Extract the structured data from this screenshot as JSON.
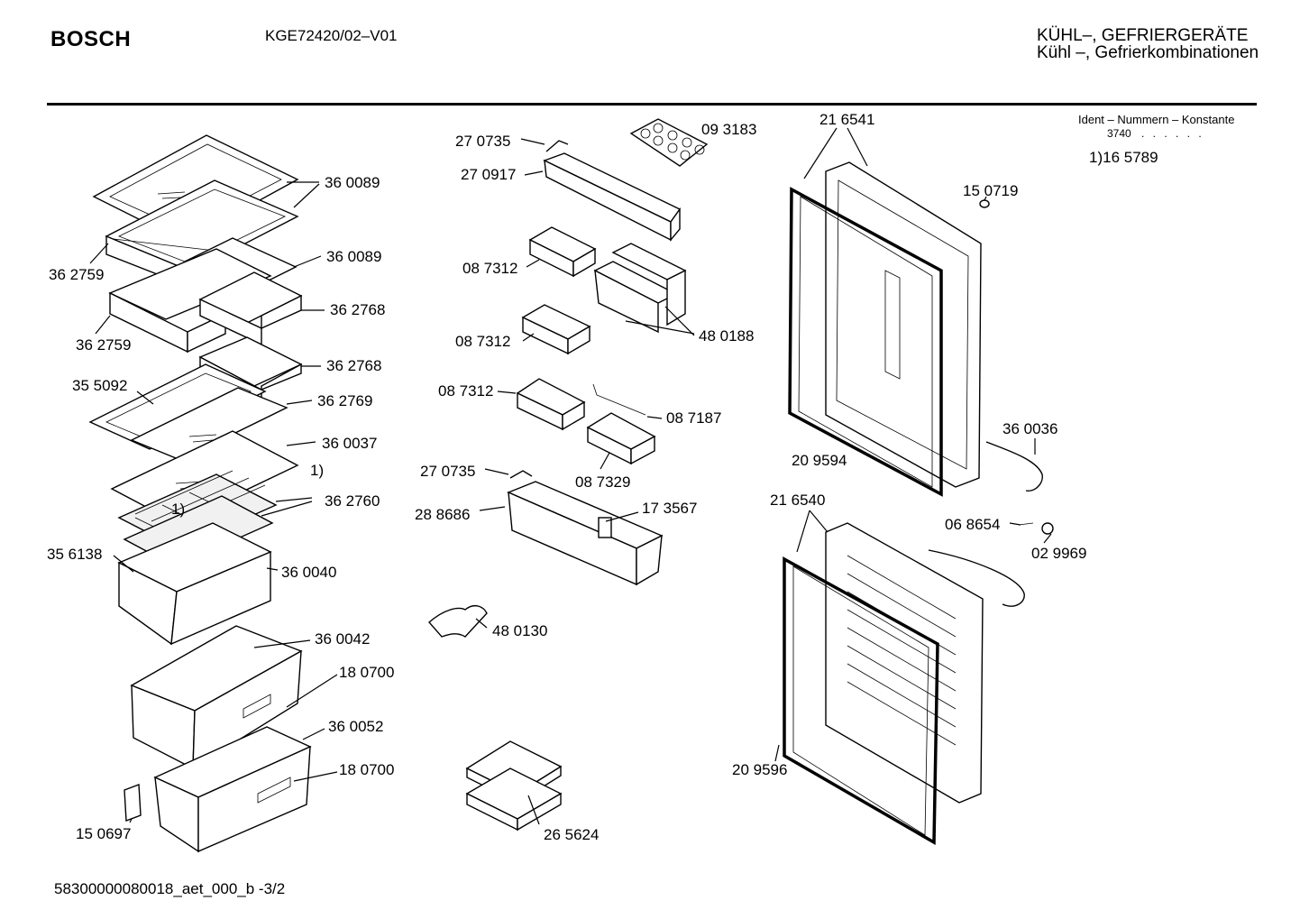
{
  "header": {
    "brand": "BOSCH",
    "model": "KGE72420/02–V01",
    "category_line1": "KÜHL–, GEFRIERGERÄTE",
    "category_line2": "Kühl –, Gefrierkombinationen"
  },
  "ident": {
    "title": "Ident – Nummern – Konstante",
    "code": "3740",
    "dots": ". .   . . . .",
    "note": "1)16 5789"
  },
  "labels": {
    "p360089a": "36 0089",
    "p360089b": "36 0089",
    "p362759a": "36 2759",
    "p362759b": "36 2759",
    "p362768a": "36 2768",
    "p362768b": "36 2768",
    "p355092": "35 5092",
    "p362769": "36 2769",
    "p360037": "36 0037",
    "note1a": "1)",
    "note1b": "1)",
    "p362760": "36 2760",
    "p356138": "35 6138",
    "p360040": "36 0040",
    "p360042": "36 0042",
    "p180700a": "18 0700",
    "p360052": "36 0052",
    "p180700b": "18 0700",
    "p150697": "15 0697",
    "p270735a": "27 0735",
    "p093183": "09 3183",
    "p270917": "27 0917",
    "p087312a": "08 7312",
    "p087312b": "08 7312",
    "p480188": "48 0188",
    "p087312c": "08 7312",
    "p087187": "08 7187",
    "p087329": "08 7329",
    "p270735b": "27 0735",
    "p288686": "28 8686",
    "p173567": "17 3567",
    "p480130": "48 0130",
    "p265624": "26 5624",
    "p216541": "21 6541",
    "p150719": "15 0719",
    "p360036": "36 0036",
    "p209594": "20 9594",
    "p216540": "21 6540",
    "p068654": "06 8654",
    "p029969": "02 9969",
    "p209596": "20 9596"
  },
  "footer": {
    "doc_id": "58300000080018_aet_000_b  -3/2"
  }
}
